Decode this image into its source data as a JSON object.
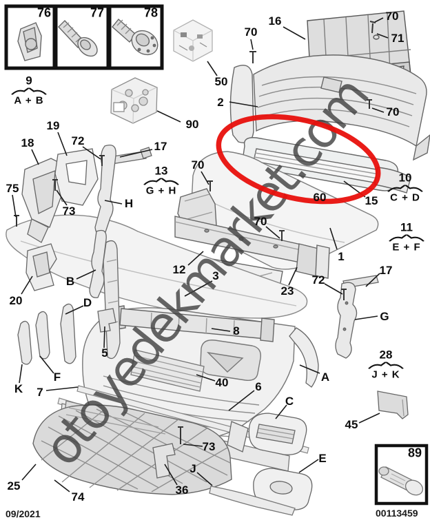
{
  "page": {
    "type": "exploded-parts-diagram",
    "subject": "front bumper assembly"
  },
  "footer": {
    "date": "09/2021",
    "diagram_code": "00113459"
  },
  "watermark": {
    "text": "otoyedekmarket.com"
  },
  "highlight": {
    "color": "#e8100c",
    "shape": "ellipse",
    "around": "center grille parts 60/15"
  },
  "fastener_boxes": [
    {
      "label": "76"
    },
    {
      "label": "77"
    },
    {
      "label": "78"
    }
  ],
  "rivet_box": {
    "label": "89"
  },
  "group_labels": [
    {
      "num": "9",
      "combo": "A + B"
    },
    {
      "num": "13",
      "combo": "G + H"
    },
    {
      "num": "10",
      "combo": "C + D"
    },
    {
      "num": "11",
      "combo": "E + F"
    },
    {
      "num": "28",
      "combo": "J + K"
    }
  ],
  "part_labels": [
    {
      "text": "16"
    },
    {
      "text": "70"
    },
    {
      "text": "71"
    },
    {
      "text": "70"
    },
    {
      "text": "50"
    },
    {
      "text": "2"
    },
    {
      "text": "90"
    },
    {
      "text": "70"
    },
    {
      "text": "19"
    },
    {
      "text": "18"
    },
    {
      "text": "72"
    },
    {
      "text": "17"
    },
    {
      "text": "70"
    },
    {
      "text": "75"
    },
    {
      "text": "H"
    },
    {
      "text": "73"
    },
    {
      "text": "60"
    },
    {
      "text": "15"
    },
    {
      "text": "70"
    },
    {
      "text": "1"
    },
    {
      "text": "12"
    },
    {
      "text": "3"
    },
    {
      "text": "23"
    },
    {
      "text": "72"
    },
    {
      "text": "17"
    },
    {
      "text": "B"
    },
    {
      "text": "20"
    },
    {
      "text": "D"
    },
    {
      "text": "G"
    },
    {
      "text": "5"
    },
    {
      "text": "8"
    },
    {
      "text": "F"
    },
    {
      "text": "K"
    },
    {
      "text": "7"
    },
    {
      "text": "A"
    },
    {
      "text": "40"
    },
    {
      "text": "6"
    },
    {
      "text": "C"
    },
    {
      "text": "45"
    },
    {
      "text": "73"
    },
    {
      "text": "E"
    },
    {
      "text": "J"
    },
    {
      "text": "25"
    },
    {
      "text": "74"
    },
    {
      "text": "36"
    }
  ]
}
